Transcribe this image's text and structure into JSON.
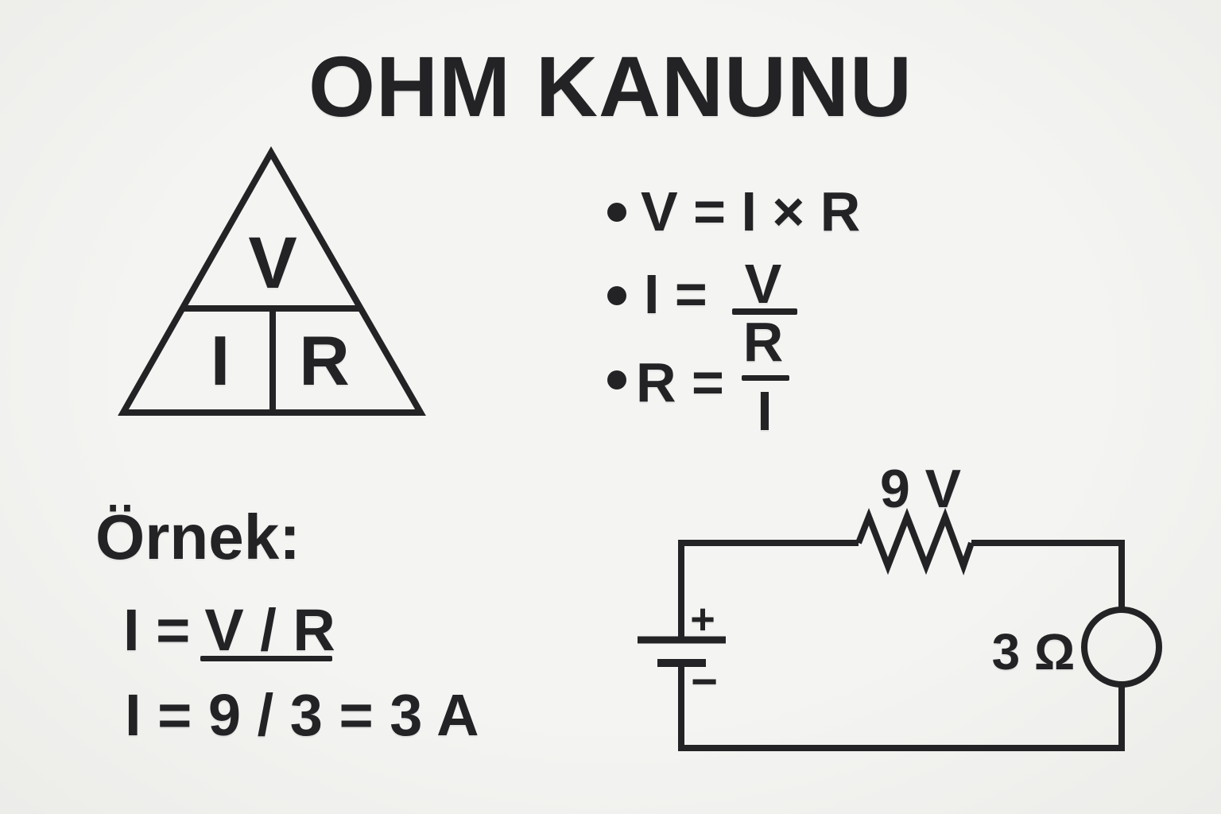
{
  "title": "OHM KANUNU",
  "colors": {
    "background": "#f2f2f0",
    "ink": "#232326"
  },
  "triangle": {
    "top_label": "V",
    "bottom_left_label": "I",
    "bottom_right_label": "R"
  },
  "formulas": {
    "line1": "V = I × R",
    "line2_lhs": "I =",
    "line2_num": "V",
    "line2_den": "R",
    "line3_lhs": "R =",
    "line3_den": "I"
  },
  "example": {
    "heading": "Örnek:",
    "line1_lhs": "I =",
    "line1_expr": "V / R",
    "line2": "I = 9 / 3 = 3 A"
  },
  "circuit": {
    "top_label": "9 V",
    "right_label": "3 Ω",
    "plus": "+",
    "minus": "−"
  }
}
